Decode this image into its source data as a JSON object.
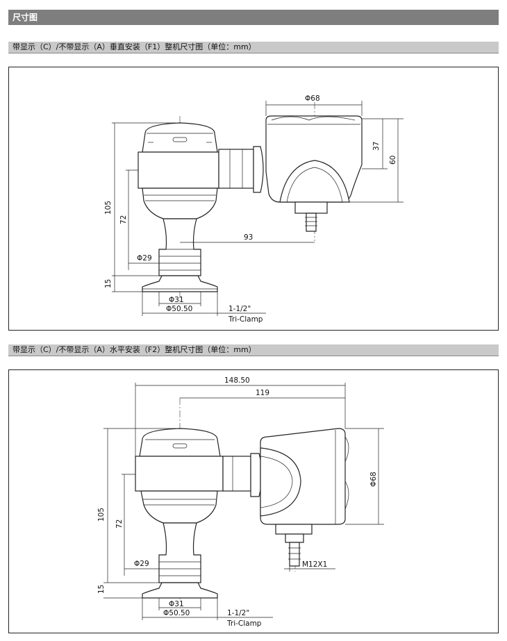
{
  "section_title": "尺寸图",
  "diagram1": {
    "heading": "带显示（C）/不带显示（A）垂直安装（F1）整机尺寸图（单位：mm）",
    "dims": {
      "d68": "Φ68",
      "d37": "37",
      "d60": "60",
      "d105": "105",
      "d72": "72",
      "d93": "93",
      "d29": "Φ29",
      "d15": "15",
      "d31": "Φ31",
      "d5050": "Φ50.50",
      "clamp1": "1-1/2\"",
      "clamp2": "Tri-Clamp"
    }
  },
  "diagram2": {
    "heading": "带显示（C）/不带显示（A）水平安装（F2）整机尺寸图（单位：mm）",
    "dims": {
      "d14850": "148.50",
      "d119": "119",
      "d68": "Φ68",
      "d105": "105",
      "d72": "72",
      "d29": "Φ29",
      "d15": "15",
      "m12": "M12X1",
      "d31": "Φ31",
      "d5050": "Φ50.50",
      "clamp1": "1-1/2\"",
      "clamp2": "Tri-Clamp"
    }
  }
}
